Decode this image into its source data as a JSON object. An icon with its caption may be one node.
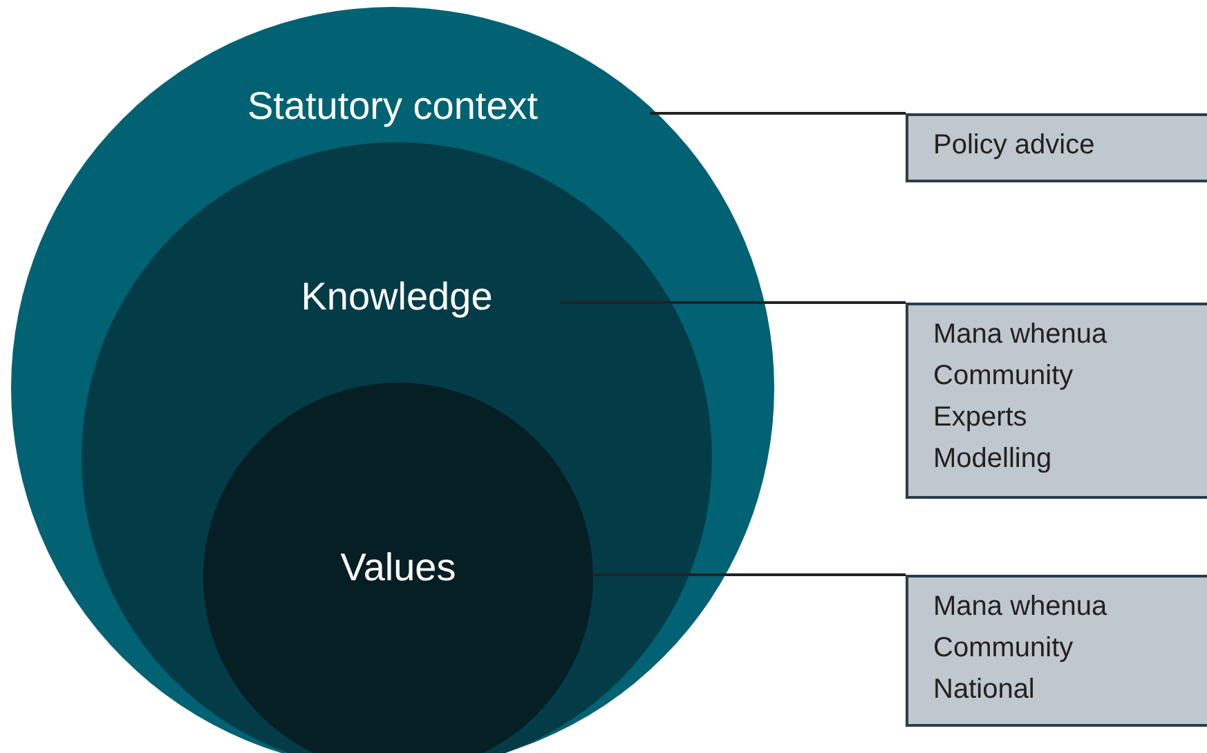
{
  "diagram": {
    "nodes": [
      {
        "text": [
          "Statutory context"
        ]
      },
      {
        "text": [
          "Knowledge"
        ],
        "in": 0
      },
      {
        "text": [
          "Values"
        ],
        "in": 1
      },
      {
        "text": [
          "Policy advice"
        ]
      },
      {
        "text": [
          "Mana whenua",
          "Community",
          "Experts",
          "Modelling"
        ]
      },
      {
        "text": [
          "Mana whenua",
          "Community",
          "National"
        ]
      }
    ],
    "edges": [
      {
        "from": 0,
        "to": 3,
        "arrow": "none"
      },
      {
        "from": 1,
        "to": 4,
        "arrow": "none"
      },
      {
        "from": 2,
        "to": 5,
        "arrow": "none"
      }
    ]
  }
}
